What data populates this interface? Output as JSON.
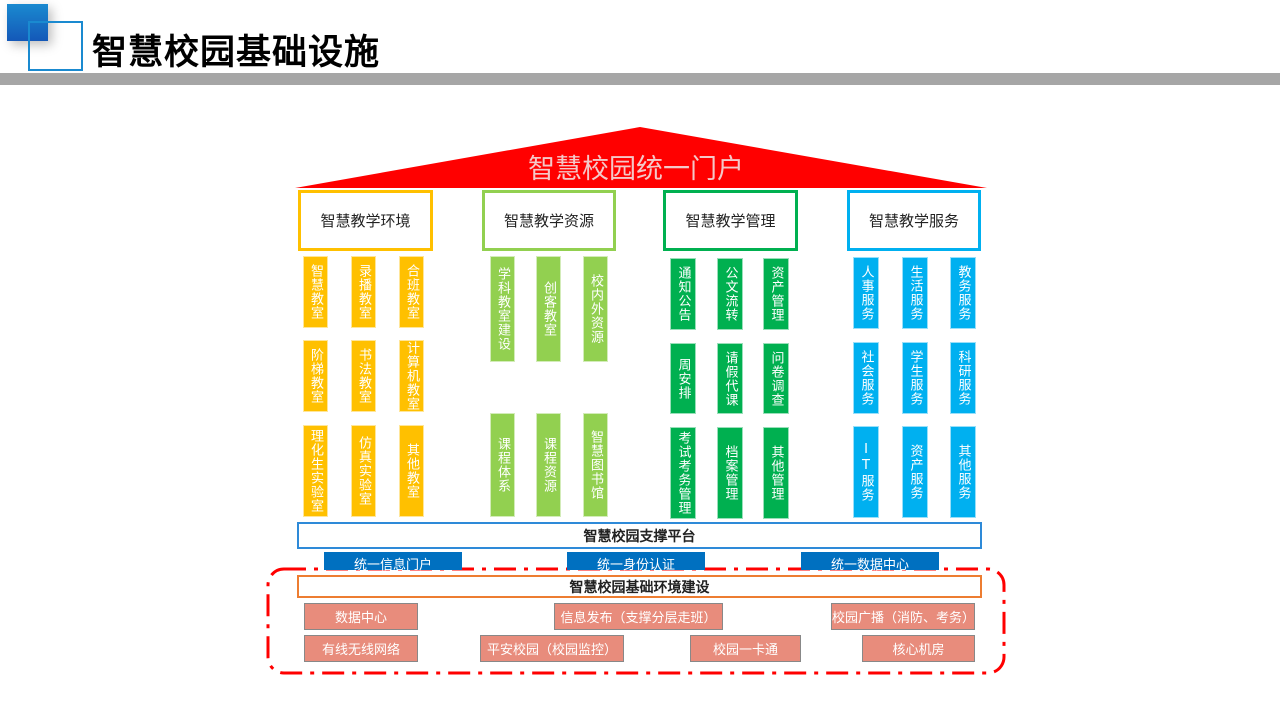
{
  "header": {
    "title": "智慧校园基础设施"
  },
  "portal": {
    "title": "智慧校园统一门户",
    "color": "#ff0000"
  },
  "pillars": [
    {
      "label": "智慧教学环境",
      "color": "#ffc000",
      "items": [
        "智慧教室",
        "录播教室",
        "合班教室",
        "阶梯教室",
        "书法教室",
        "计算机教室",
        "理化生实验室",
        "仿真实验室",
        "其他教室"
      ]
    },
    {
      "label": "智慧教学资源",
      "color": "#92d050",
      "items": [
        "学科教室建设",
        "创客教室",
        "校内外资源",
        "课程体系",
        "课程资源",
        "智慧图书馆"
      ]
    },
    {
      "label": "智慧教学管理",
      "color": "#00b050",
      "items": [
        "通知公告",
        "公文流转",
        "资产管理",
        "周安排",
        "请假代课",
        "问卷调查",
        "考试考务管理",
        "档案管理",
        "其他管理"
      ]
    },
    {
      "label": "智慧教学服务",
      "color": "#00b0f0",
      "items": [
        "人事服务",
        "生活服务",
        "教务服务",
        "社会服务",
        "学生服务",
        "科研服务",
        "IT服务",
        "资产服务",
        "其他服务"
      ]
    }
  ],
  "support": {
    "title": "智慧校园支撑平台",
    "items": [
      "统一信息门户",
      "统一身份认证",
      "统一数据中心"
    ]
  },
  "infra": {
    "title": "智慧校园基础环境建设",
    "items": [
      "数据中心",
      "信息发布（支撑分层走班）",
      "校园广播（消防、考务）",
      "有线无线网络",
      "平安校园（校园监控）",
      "校园一卡通",
      "核心机房"
    ]
  }
}
